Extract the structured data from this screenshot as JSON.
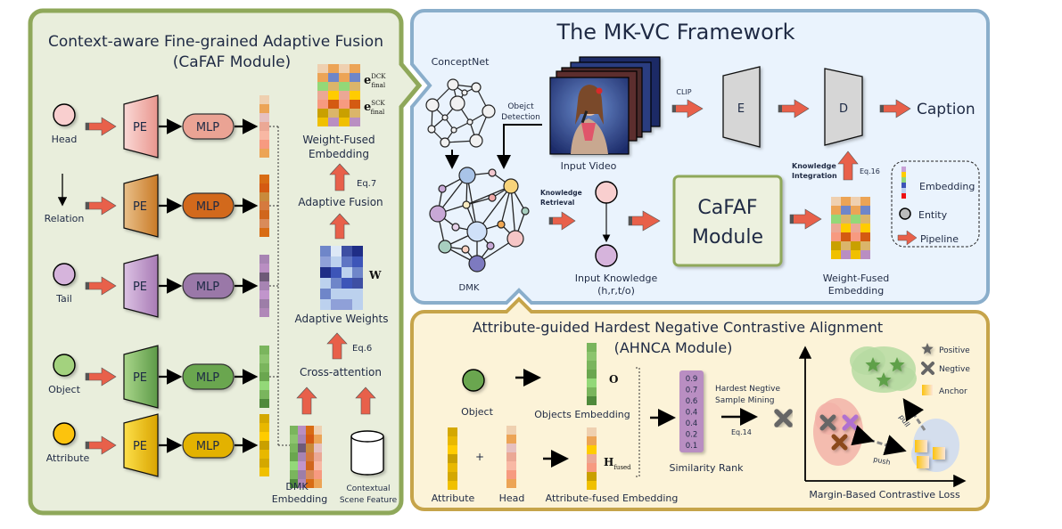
{
  "cafaf_panel": {
    "title_line1": "Context-aware Fine-grained Adaptive Fusion",
    "title_line2": "(CaFAF Module)",
    "rows": [
      {
        "label": "Head",
        "pe": "PE",
        "mlp": "MLP",
        "node_color": "#f9cfcf",
        "pe_from": "#fad9d6",
        "pe_to": "#e9968e",
        "mlp_color": "#eaa394",
        "emb": [
          "#efd0b0",
          "#eca456",
          "#e6c0c0",
          "#eba895",
          "#f8b8a4",
          "#f79a80",
          "#eca456"
        ]
      },
      {
        "label": "Relation",
        "pe": "PE",
        "mlp": "MLP",
        "node_color": null,
        "pe_from": "#e9c08a",
        "pe_to": "#c97a26",
        "mlp_color": "#d2691e",
        "emb": [
          "#d86c14",
          "#d45a12",
          "#c98a3b",
          "#d57a3e",
          "#d0661d",
          "#d98b5a",
          "#d86c14"
        ]
      },
      {
        "label": "Tail",
        "pe": "PE",
        "mlp": "MLP",
        "node_color": "#d6b4dc",
        "pe_from": "#dcc2e4",
        "pe_to": "#a87bb5",
        "mlp_color": "#9a78a8",
        "emb": [
          "#a784b3",
          "#b98ec2",
          "#6e5a78",
          "#a784b3",
          "#c195cc",
          "#9d7ea8",
          "#b088b8"
        ]
      },
      {
        "label": "Object",
        "pe": "PE",
        "mlp": "MLP",
        "node_color": "#a3d27e",
        "pe_from": "#a9d68a",
        "pe_to": "#5d9a48",
        "mlp_color": "#6aa64f",
        "emb": [
          "#7ab55d",
          "#8cc46e",
          "#7ab55d",
          "#6aa64f",
          "#93d878",
          "#7ab55d",
          "#4f8a3c"
        ]
      },
      {
        "label": "Attribute",
        "pe": "PE",
        "mlp": "MLP",
        "node_color": "#fcc30f",
        "pe_from": "#fde04a",
        "pe_to": "#d9a400",
        "mlp_color": "#e3b200",
        "emb": [
          "#d4a800",
          "#e8b800",
          "#ffcc00",
          "#c9a000",
          "#e8b800",
          "#d4a800",
          "#f0c000"
        ]
      }
    ],
    "weight_fused_label_1": "Weight-Fused",
    "weight_fused_label_2": "Embedding",
    "e_dck": "e",
    "e_dck_sup": "DCK",
    "e_dck_sub": "final",
    "e_sck": "e",
    "e_sck_sup": "SCK",
    "e_sck_sub": "final",
    "eq7": "Eq.7",
    "adaptive_fusion": "Adaptive Fusion",
    "w_label": "W",
    "adaptive_weights": "Adaptive Weights",
    "eq6": "Eq.6",
    "cross_attention": "Cross-attention",
    "dmk_embedding_1": "DMK",
    "dmk_embedding_2": "Embedding",
    "contextual_1": "Contextual",
    "contextual_2": "Scene Feature",
    "fused_matrix": [
      [
        "#efd0b0",
        "#eca456",
        "#efd0b0",
        "#eca456"
      ],
      [
        "#eca456",
        "#6f86c9",
        "#eca456",
        "#6f86c9"
      ],
      [
        "#93d878",
        "#dbb56a",
        "#93d878",
        "#dbb56a"
      ],
      [
        "#eba895",
        "#ffcc00",
        "#eba895",
        "#ffcc00"
      ],
      [
        "#f79a80",
        "#d45a12",
        "#f79a80",
        "#d45a12"
      ],
      [
        "#c9a000",
        "#dbb56a",
        "#c9a000",
        "#dbb56a"
      ],
      [
        "#f0c000",
        "#b98ec2",
        "#f0c000",
        "#b98ec2"
      ]
    ],
    "weight_matrix": [
      [
        "#6f86c9",
        "#dde8f6",
        "#3e4fa3",
        "#1f2d86"
      ],
      [
        "#8fa0d8",
        "#bcd1ee",
        "#5f75c4",
        "#3d55b8"
      ],
      [
        "#1f2d86",
        "#3d55b8",
        "#bcd1ee",
        "#6f86c9"
      ],
      [
        "#bcd1ee",
        "#6f86c9",
        "#3d55b8",
        "#3e4fa3"
      ],
      [
        "#6f86c9",
        "#bcd1ee",
        "#bcd1ee",
        "#bcd1ee"
      ],
      [
        "#bcd1ee",
        "#8fa0d8",
        "#8fa0d8",
        "#bcd1ee"
      ]
    ],
    "dmk_matrix": [
      [
        "#7ab55d",
        "#b98ec2",
        "#d86c14",
        "#efd0b0"
      ],
      [
        "#8cc46e",
        "#a784b3",
        "#d45a12",
        "#eca456"
      ],
      [
        "#7ab55d",
        "#6e5a78",
        "#c98a3b",
        "#e6c0c0"
      ],
      [
        "#6aa64f",
        "#a784b3",
        "#d57a3e",
        "#eba895"
      ],
      [
        "#93d878",
        "#c195cc",
        "#d0661d",
        "#f8b8a4"
      ],
      [
        "#7ab55d",
        "#9d7ea8",
        "#d98b5a",
        "#f79a80"
      ],
      [
        "#4f8a3c",
        "#b088b8",
        "#d86c14",
        "#eca456"
      ]
    ]
  },
  "framework_panel": {
    "title": "The MK-VC Framework",
    "conceptnet": "ConceptNet",
    "object_detection_1": "Obejct",
    "object_detection_2": "Detection",
    "input_video": "Input Video",
    "clip": "CLIP",
    "encoder": "E",
    "decoder": "D",
    "caption": "Caption",
    "knowledge_integration_1": "Knowledge",
    "knowledge_integration_2": "Integration",
    "eq16": "Eq.16",
    "knowledge_retrieval_1": "Knowledge",
    "knowledge_retrieval_2": "Retrieval",
    "dmk": "DMK",
    "input_knowledge_1": "Input Knowledge",
    "input_knowledge_2": "(h,r,t/o)",
    "cafaf_1": "CaFAF",
    "cafaf_2": "Module",
    "weight_fused_1": "Weight-Fused",
    "weight_fused_2": "Embedding",
    "legend": {
      "embedding": "Embedding",
      "entity": "Entity",
      "pipeline": "Pipeline",
      "embedding_colors": [
        "#c8a0d6",
        "#ffcc00",
        "#93d878",
        "#3d55b8",
        "#bcd1ee",
        "#ee1111"
      ]
    }
  },
  "ahnca_panel": {
    "title_line1": "Attribute-guided Hardest Negative Contrastive Alignment",
    "title_line2": "(AHNCA Module)",
    "object": "Object",
    "objects_embedding": "Objects Embedding",
    "o_label": "O",
    "attribute": "Attribute",
    "plus": "+",
    "head": "Head",
    "attribute_fused": "Attribute-fused Embedding",
    "h_fused": "H",
    "h_fused_sub": "fused",
    "similarity_values": [
      "0.9",
      "0.7",
      "0.6",
      "0.4",
      "0.4",
      "0.2",
      "0.1"
    ],
    "similarity_rank": "Similarity Rank",
    "hardest_1": "Hardest Negtive",
    "hardest_2": "Sample Mining",
    "eq14": "Eq.14",
    "pull": "pull",
    "push": "push",
    "margin_loss": "Margin-Based Contrastive Loss",
    "legend": {
      "positive": "Positive",
      "negative": "Negtive",
      "anchor": "Anchor"
    }
  },
  "colors": {
    "cafaf_bg": "#e9eedc",
    "cafaf_border": "#8fa85a",
    "framework_bg": "#eaf3fd",
    "framework_border": "#8aaecb",
    "ahnca_bg": "#fcf3d8",
    "ahnca_border": "#c6a44a",
    "arrow": "#e8604a"
  }
}
